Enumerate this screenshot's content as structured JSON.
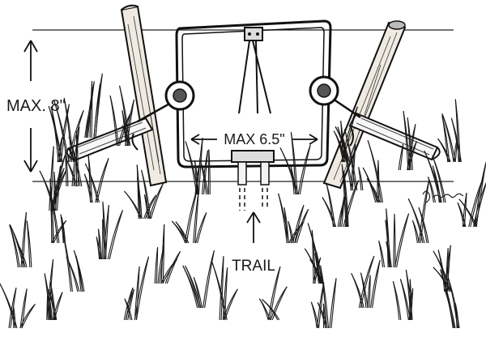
{
  "labels": {
    "max_height": "MAX. 8\"",
    "max_width": "MAX 6.5\"",
    "trail": "TRAIL"
  },
  "signature": "J.Gr...",
  "colors": {
    "ink": "#1a1a1a",
    "background": "#ffffff"
  }
}
